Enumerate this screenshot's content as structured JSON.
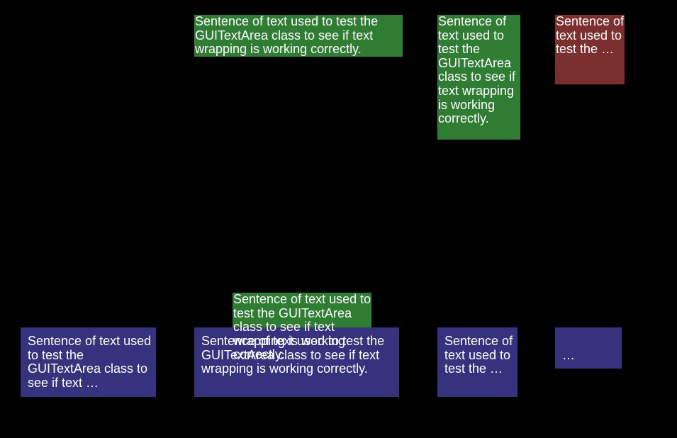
{
  "colors": {
    "background": "#000000",
    "green": "#2e7d32",
    "red": "#7b2f2f",
    "blue": "#36327d",
    "text": "#ffffff"
  },
  "areas": {
    "top_wide_green": "Sentence of text used to test the GUITextArea class to see if text wrapping is working correctly.",
    "top_narrow_green": "Sentence of text used to test the GUITextArea class to see if text wrapping is working correctly.",
    "top_red_truncated": "Sentence of text used to test the …",
    "bottom_left_blue": "Sentence of text used to test the GUITextArea class to see if text …",
    "bottom_middle_blue": "Sentence of text used to test the GUITextArea class to see if text wrapping is working correctly.",
    "overflow_green": "Sentence of text used to test the GUITextArea class to see if text wrapping is working correctly.",
    "bottom_narrow_blue": "Sentence of text used to test the …",
    "bottom_small_blue": "…"
  }
}
